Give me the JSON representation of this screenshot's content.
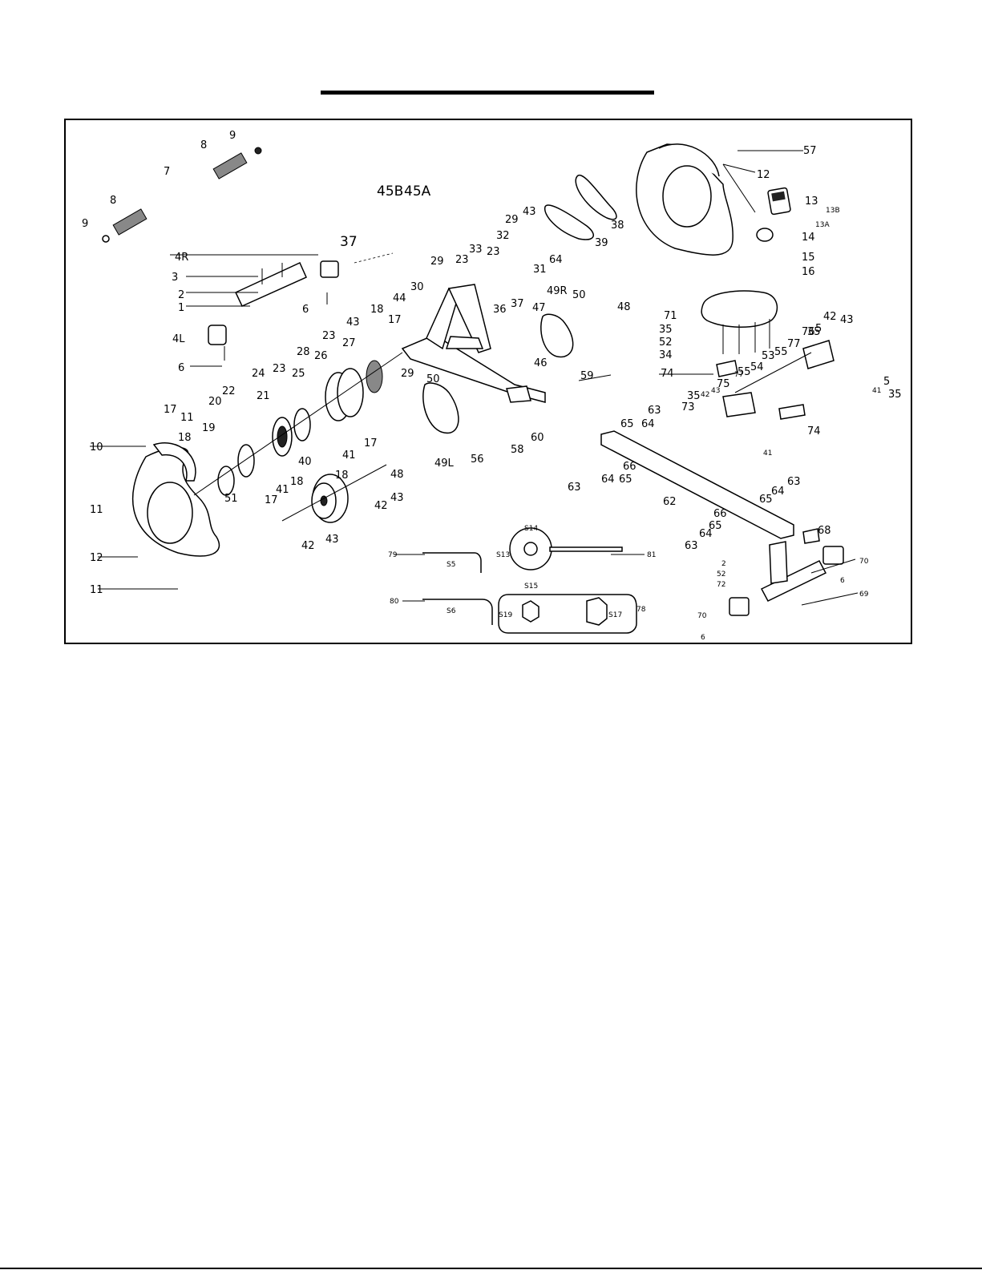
{
  "labels": {
    "l1": "1",
    "l2": "2",
    "l3": "3",
    "l4R": "4R",
    "l4L": "4L",
    "l5a": "5",
    "l5b": "5",
    "l6a": "6",
    "l6b": "6",
    "l6c": "6",
    "l6d": "6",
    "l7": "7",
    "l8a": "8",
    "l8b": "8",
    "l9a": "9",
    "l9b": "9",
    "l10": "10",
    "l11a": "11",
    "l11b": "11",
    "l11c": "11",
    "l12a": "12",
    "l12b": "12",
    "l13": "13",
    "l13A": "13A",
    "l13B": "13B",
    "l14": "14",
    "l15": "15",
    "l16": "16",
    "l17a": "17",
    "l17b": "17",
    "l17c": "17",
    "l17d": "17",
    "l18a": "18",
    "l18b": "18",
    "l18c": "18",
    "l18d": "18",
    "l19": "19",
    "l20": "20",
    "l21": "21",
    "l22": "22",
    "l23a": "23",
    "l23b": "23",
    "l23c": "23",
    "l23d": "23",
    "l24": "24",
    "l25": "25",
    "l26": "26",
    "l27": "27",
    "l28": "28",
    "l29a": "29",
    "l29b": "29",
    "l29c": "29",
    "l30": "30",
    "l31": "31",
    "l32": "32",
    "l33": "33",
    "l34": "34",
    "l35a": "35",
    "l35b": "35",
    "l35c": "35",
    "l35d": "35",
    "l36": "36",
    "l37a": "37",
    "l37b": "37",
    "l38": "38",
    "l39": "39",
    "l40": "40",
    "l41a": "41",
    "l41b": "41",
    "l41c": "41",
    "l41d": "41",
    "l42a": "42",
    "l42b": "42",
    "l42c": "42",
    "l42d": "42",
    "l43a": "43",
    "l43b": "43",
    "l43c": "43",
    "l43d": "43",
    "l43e": "43",
    "l43f": "43",
    "l44": "44",
    "l45A": "45A",
    "l45B": "45B",
    "l46": "46",
    "l47": "47",
    "l48a": "48",
    "l48b": "48",
    "l49R": "49R",
    "l49L": "49L",
    "l50a": "50",
    "l50b": "50",
    "l51": "51",
    "l52a": "52",
    "l52b": "52",
    "l53": "53",
    "l54": "54",
    "l55a": "55",
    "l55b": "55",
    "l56": "56",
    "l57": "57",
    "l58": "58",
    "l59": "59",
    "l60": "60",
    "l62": "62",
    "l63a": "63",
    "l63b": "63",
    "l63c": "63",
    "l63d": "63",
    "l64a": "64",
    "l64b": "64",
    "l64c": "64",
    "l64d": "64",
    "l64e": "64",
    "l65a": "65",
    "l65b": "65",
    "l65c": "65",
    "l65d": "65",
    "l66a": "66",
    "l66b": "66",
    "l68": "68",
    "l69": "69",
    "l70a": "70",
    "l70b": "70",
    "l71": "71",
    "l72": "72",
    "l73": "73",
    "l74a": "74",
    "l74b": "74",
    "l75": "75",
    "l76": "76",
    "l77a": "77",
    "l77b": "77",
    "l78": "78",
    "l79": "79",
    "l80": "80",
    "l81": "81",
    "lS5": "S5",
    "lS6": "S6",
    "lS13": "S13",
    "lS14": "S14",
    "lS15": "S15",
    "lS17": "S17",
    "lS19": "S19"
  }
}
